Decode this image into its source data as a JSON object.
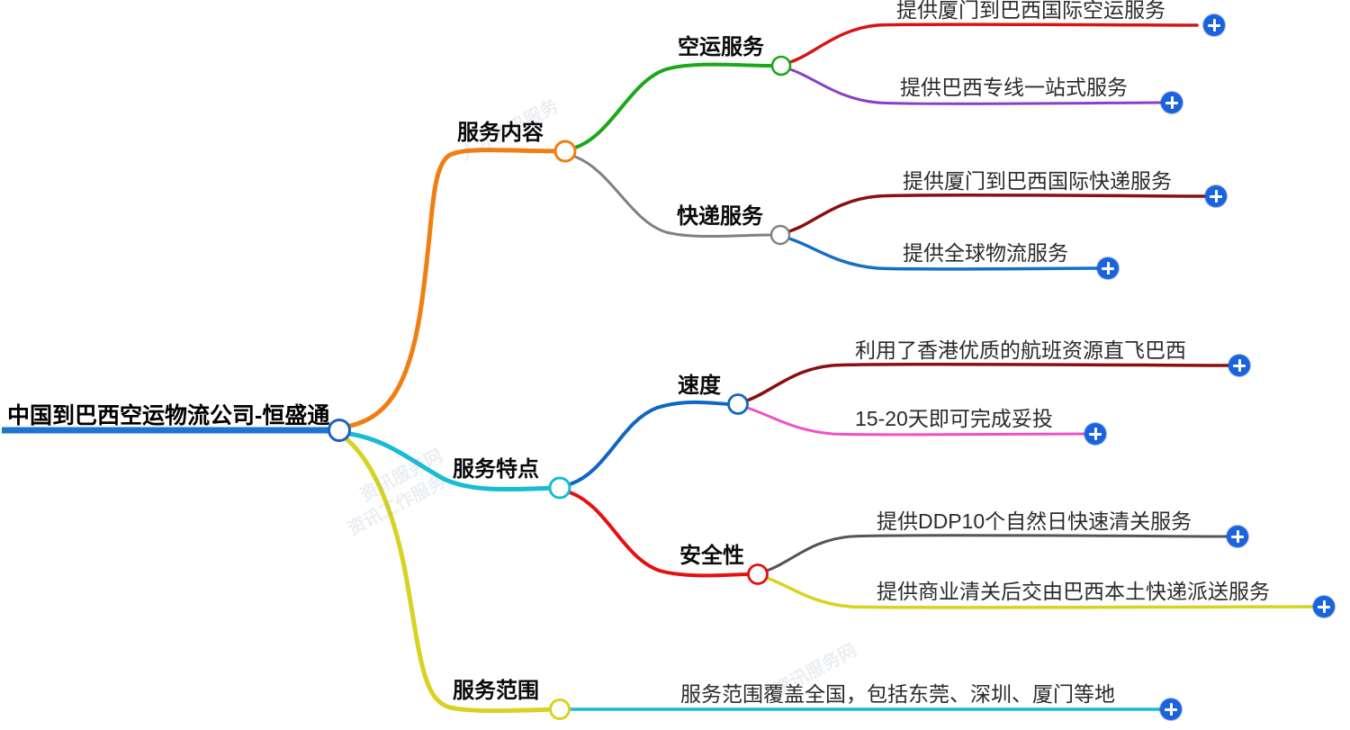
{
  "title": "中国到巴西空运物流公司-恒盛通 思维导图",
  "colors": {
    "root": "#1f5fc4",
    "root_underline": "#1f74d0",
    "branch_service_content": "#f07f13",
    "branch_service_features": "#18bcd4",
    "branch_service_scope": "#d8d221",
    "air_freight": "#1aa81a",
    "express": "#808080",
    "speed": "#1166c4",
    "safety": "#e51010",
    "leaf_red": "#d41616",
    "leaf_purple": "#8b3fc9",
    "leaf_darkred": "#8a1010",
    "leaf_blue": "#1570c4",
    "leaf_pink": "#f050c8",
    "leaf_gray": "#555555",
    "leaf_yellow": "#d8d221",
    "leaf_cyan": "#18bcd4",
    "plus_button": "#1a63e0",
    "text": "#000000",
    "leaf_text": "#2b2b2b",
    "background": "#ffffff"
  },
  "root": {
    "label": "中国到巴西空运物流公司-恒盛通"
  },
  "branches": [
    {
      "label": "服务内容",
      "color": "#f07f13",
      "children": [
        {
          "label": "空运服务",
          "color": "#1aa81a",
          "leaves": [
            {
              "label": "提供厦门到巴西国际空运服务",
              "color": "#d41616",
              "add_button": "+"
            },
            {
              "label": "提供巴西专线一站式服务",
              "color": "#8b3fc9",
              "add_button": "+"
            }
          ]
        },
        {
          "label": "快递服务",
          "color": "#808080",
          "leaves": [
            {
              "label": "提供厦门到巴西国际快递服务",
              "color": "#8a1010",
              "add_button": "+"
            },
            {
              "label": "提供全球物流服务",
              "color": "#1570c4",
              "add_button": "+"
            }
          ]
        }
      ]
    },
    {
      "label": "服务特点",
      "color": "#18bcd4",
      "children": [
        {
          "label": "速度",
          "color": "#1166c4",
          "leaves": [
            {
              "label": "利用了香港优质的航班资源直飞巴西",
              "color": "#8a1010",
              "add_button": "+"
            },
            {
              "label": "15-20天即可完成妥投",
              "color": "#f050c8",
              "add_button": "+"
            }
          ]
        },
        {
          "label": "安全性",
          "color": "#e51010",
          "leaves": [
            {
              "label": "提供DDP10个自然日快速清关服务",
              "color": "#555555",
              "add_button": "+"
            },
            {
              "label": "提供商业清关后交由巴西本土快递派送服务",
              "color": "#d8d221",
              "add_button": "+"
            }
          ]
        }
      ]
    },
    {
      "label": "服务范围",
      "color": "#d8d221",
      "children": [],
      "leaves": [
        {
          "label": "服务范围覆盖全国，包括东莞、深圳、厦门等地",
          "color": "#18bcd4",
          "add_button": "+"
        }
      ]
    }
  ]
}
